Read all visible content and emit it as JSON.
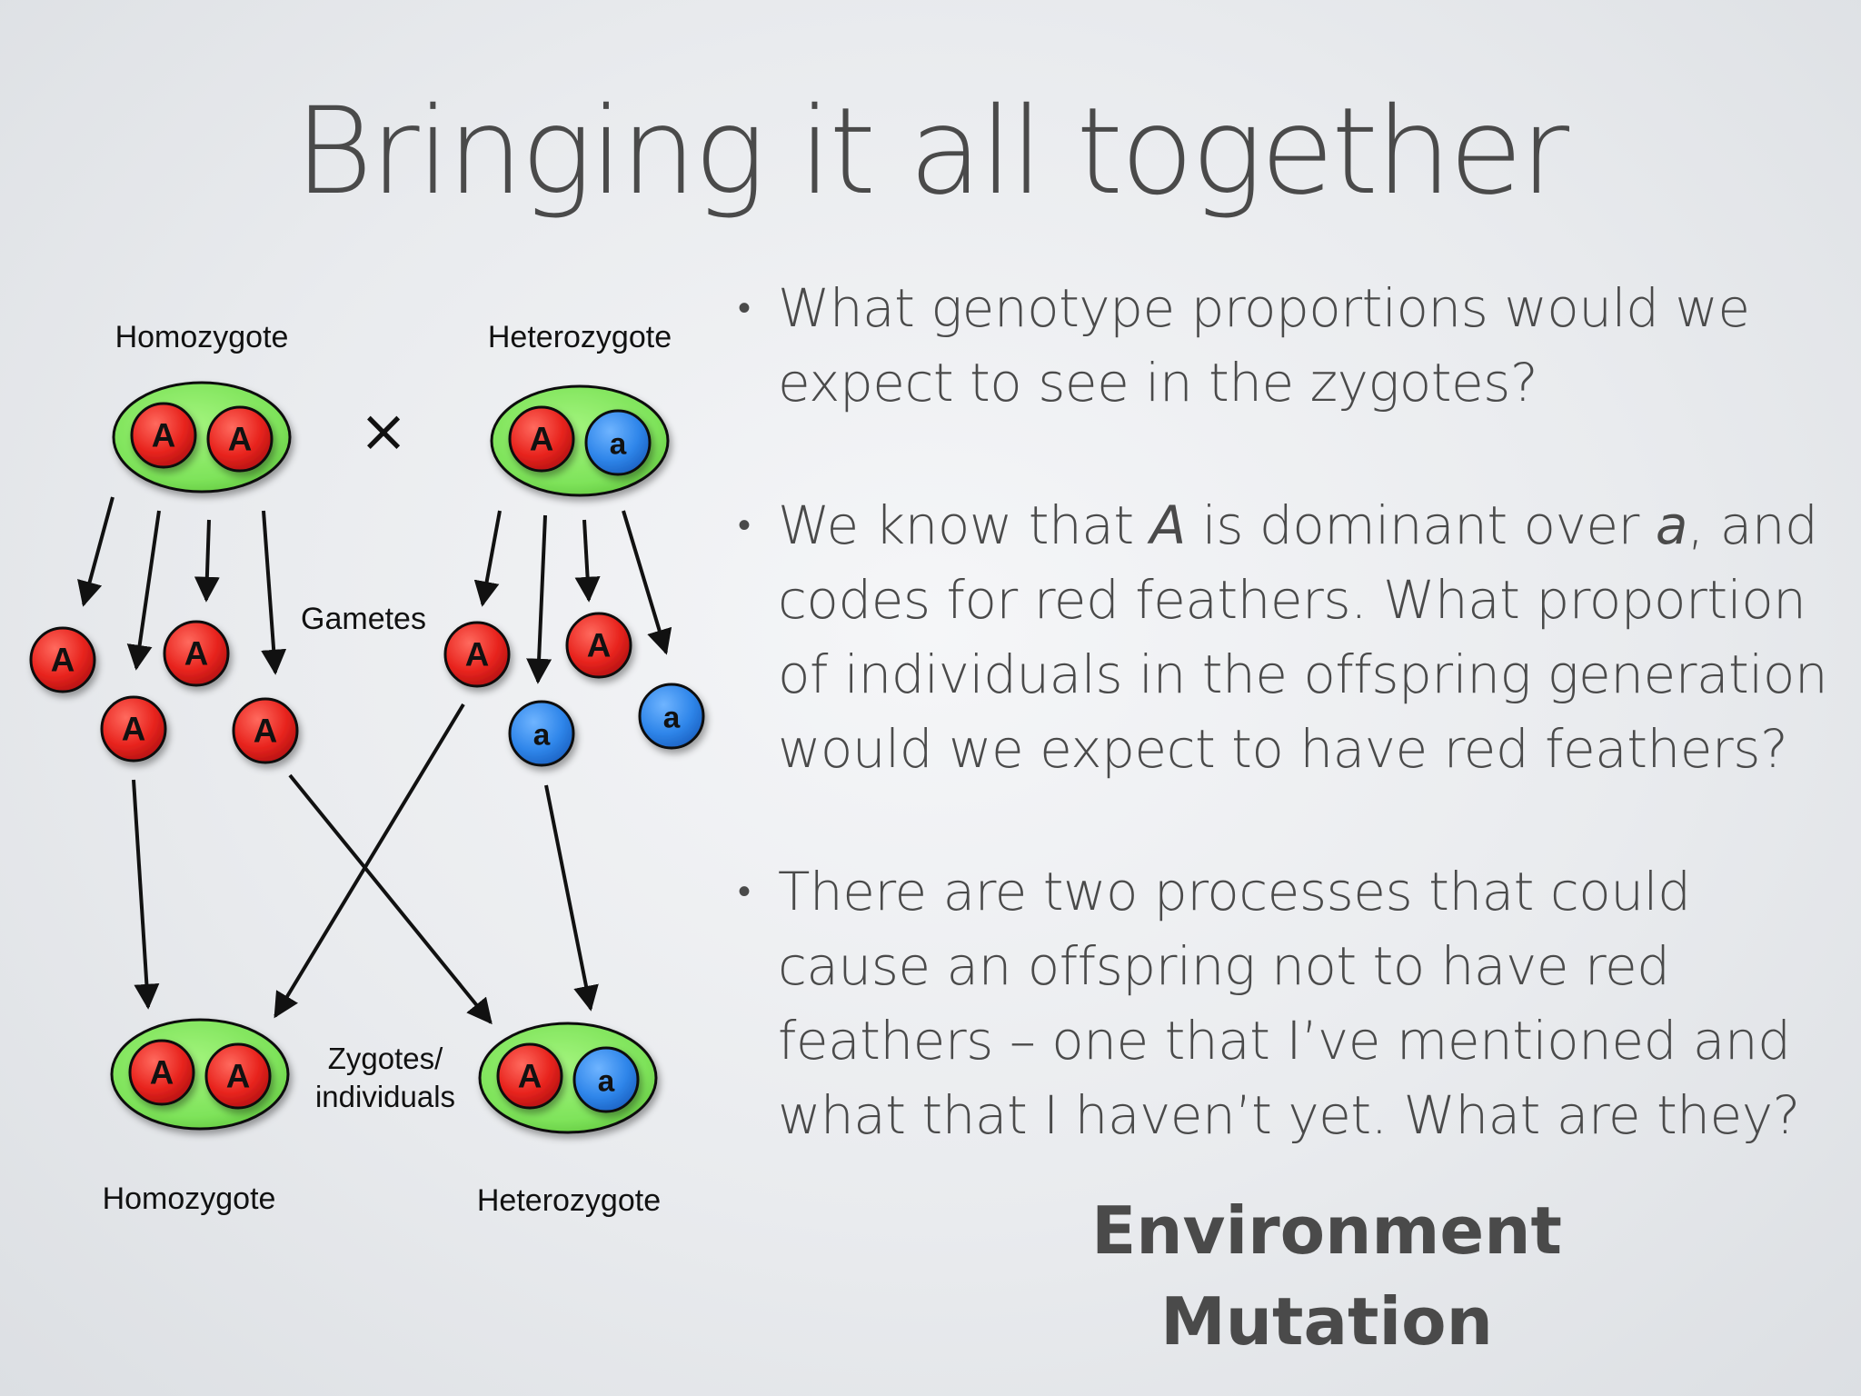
{
  "slide": {
    "title": "Bringing it all together"
  },
  "diagram": {
    "labels": {
      "parent_left": "Homozygote",
      "parent_right": "Heterozygote",
      "cross_symbol": "×",
      "gametes": "Gametes",
      "zygotes_line1": "Zygotes/",
      "zygotes_line2": "individuals",
      "offspring_left": "Homozygote",
      "offspring_right": "Heterozygote"
    },
    "alleles": {
      "dominant": "A",
      "recessive": "a"
    },
    "colors": {
      "cell": "#7ee35a",
      "dominant": "#e8241e",
      "recessive": "#2f86ea"
    }
  },
  "bullets": [
    "What genotype proportions would we expect to see in the zygotes?",
    "We know that A is dominant over a, and codes for red feathers. What proportion of individuals in the offspring generation would we expect to have red feathers?",
    "There are two processes that could cause an offspring not to have red feathers – one that I’ve mentioned and what that I haven’t yet. What are they?"
  ],
  "answers": [
    "Environment",
    "Mutation"
  ]
}
